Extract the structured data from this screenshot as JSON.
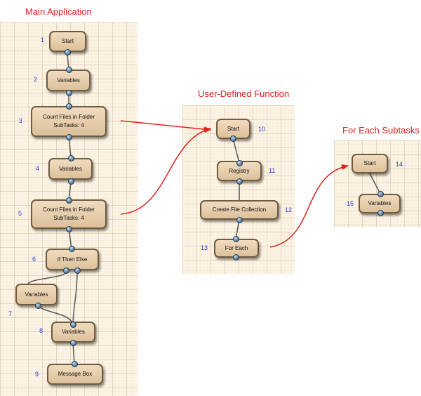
{
  "titles": {
    "main": "Main Application",
    "udf": "User-Defined Function",
    "foreach": "For Each Subtasks"
  },
  "nodes": {
    "main_start": "Start",
    "main_variables_1": "Variables",
    "count_files_1": "Count Files in Folder",
    "count_files_1_sub": "SubTasks: 4",
    "main_variables_2": "Variables",
    "count_files_2": "Count Files in Folder",
    "count_files_2_sub": "SubTasks: 4",
    "if_then_else": "If Then Else",
    "branch_variables": "Variables",
    "main_variables_3": "Variables",
    "message_box": "Message Box",
    "udf_start": "Start",
    "registry": "Registry",
    "create_file_collection": "Create File Collection",
    "for_each": "For Each",
    "fe_start": "Start",
    "fe_variables": "Variables"
  },
  "numbers": {
    "n1": "1",
    "n2": "2",
    "n3": "3",
    "n4": "4",
    "n5": "5",
    "n6": "6",
    "n7": "7",
    "n8": "8",
    "n9": "9",
    "n10": "10",
    "n11": "11",
    "n12": "12",
    "n13": "13",
    "n14": "14",
    "n15": "15"
  },
  "colors": {
    "title": "#e0201a",
    "arrow": "#e0201a",
    "step_number": "#2a38d8",
    "panel": "#fcf3e4",
    "connector": "#555555"
  }
}
